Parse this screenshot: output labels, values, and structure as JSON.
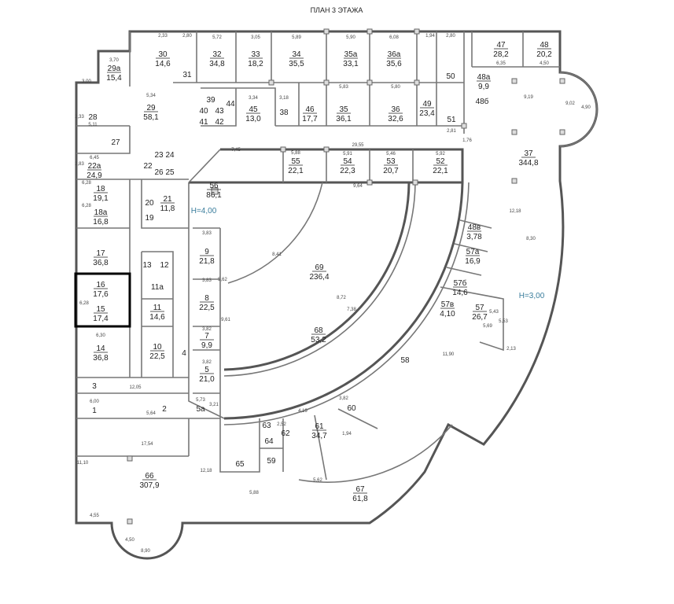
{
  "title": "ПЛАН 3 ЭТАЖА",
  "accent_color": "#3a7d9c",
  "heights": [
    "H=4,00",
    "H=3,00"
  ],
  "selected_rooms": [
    "16",
    "15"
  ],
  "rooms": [
    {
      "num": "32",
      "area": "34,8"
    },
    {
      "num": "33",
      "area": "18,2"
    },
    {
      "num": "34",
      "area": "35,5"
    },
    {
      "num": "35а",
      "area": "33,1"
    },
    {
      "num": "36а",
      "area": "35,6"
    },
    {
      "num": "30",
      "area": "14,6"
    },
    {
      "num": "31",
      "area": ""
    },
    {
      "num": "29а",
      "area": "15,4"
    },
    {
      "num": "29",
      "area": "58,1"
    },
    {
      "num": "28",
      "area": ""
    },
    {
      "num": "27",
      "area": ""
    },
    {
      "num": "22а",
      "area": "24,9"
    },
    {
      "num": "22",
      "area": ""
    },
    {
      "num": "39",
      "area": ""
    },
    {
      "num": "44",
      "area": ""
    },
    {
      "num": "45",
      "area": "13,0"
    },
    {
      "num": "38",
      "area": ""
    },
    {
      "num": "46",
      "area": "17,7"
    },
    {
      "num": "35",
      "area": "36,1"
    },
    {
      "num": "36",
      "area": "32,6"
    },
    {
      "num": "49",
      "area": "23,4"
    },
    {
      "num": "50",
      "area": ""
    },
    {
      "num": "51",
      "area": ""
    },
    {
      "num": "47",
      "area": "28,2"
    },
    {
      "num": "48",
      "area": "20,2"
    },
    {
      "num": "48а",
      "area": "9,9"
    },
    {
      "num": "48б",
      "area": ""
    },
    {
      "num": "37",
      "area": "344,8"
    },
    {
      "num": "55",
      "area": "22,1"
    },
    {
      "num": "54",
      "area": "22,3"
    },
    {
      "num": "53",
      "area": "20,7"
    },
    {
      "num": "52",
      "area": "22,1"
    },
    {
      "num": "56",
      "area": "86,1"
    },
    {
      "num": "18",
      "area": "19,1"
    },
    {
      "num": "20",
      "area": ""
    },
    {
      "num": "21",
      "area": "11,8"
    },
    {
      "num": "19",
      "area": ""
    },
    {
      "num": "18а",
      "area": "16,8"
    },
    {
      "num": "17",
      "area": "36,8"
    },
    {
      "num": "13",
      "area": ""
    },
    {
      "num": "12",
      "area": ""
    },
    {
      "num": "11а",
      "area": ""
    },
    {
      "num": "11",
      "area": "14,6"
    },
    {
      "num": "16",
      "area": "17,6"
    },
    {
      "num": "15",
      "area": "17,4"
    },
    {
      "num": "14",
      "area": "36,8"
    },
    {
      "num": "10",
      "area": "22,5"
    },
    {
      "num": "9",
      "area": "21,8"
    },
    {
      "num": "8",
      "area": "22,5"
    },
    {
      "num": "7",
      "area": "9,9"
    },
    {
      "num": "5",
      "area": "21,0"
    },
    {
      "num": "4",
      "area": ""
    },
    {
      "num": "3",
      "area": ""
    },
    {
      "num": "1",
      "area": ""
    },
    {
      "num": "2",
      "area": ""
    },
    {
      "num": "5а",
      "area": ""
    },
    {
      "num": "69",
      "area": "236,4"
    },
    {
      "num": "68",
      "area": "53,2"
    },
    {
      "num": "58",
      "area": ""
    },
    {
      "num": "60",
      "area": ""
    },
    {
      "num": "61",
      "area": "34,7"
    },
    {
      "num": "62",
      "area": ""
    },
    {
      "num": "63",
      "area": ""
    },
    {
      "num": "64",
      "area": ""
    },
    {
      "num": "59",
      "area": ""
    },
    {
      "num": "65",
      "area": ""
    },
    {
      "num": "67",
      "area": "61,8"
    },
    {
      "num": "66",
      "area": "307,9"
    },
    {
      "num": "48в",
      "area": "3,78"
    },
    {
      "num": "57а",
      "area": "16,9"
    },
    {
      "num": "57б",
      "area": "14,6"
    },
    {
      "num": "57в",
      "area": "4,10"
    },
    {
      "num": "57",
      "area": "26,7"
    },
    {
      "num": "40",
      "area": ""
    },
    {
      "num": "41",
      "area": ""
    },
    {
      "num": "42",
      "area": ""
    },
    {
      "num": "43",
      "area": ""
    },
    {
      "num": "23",
      "area": ""
    },
    {
      "num": "24",
      "area": ""
    },
    {
      "num": "25",
      "area": ""
    },
    {
      "num": "26",
      "area": ""
    }
  ],
  "dimensions": [
    "2,33",
    "2,80",
    "5,72",
    "3,05",
    "5,89",
    "5,90",
    "6,08",
    "1,94",
    "2,80",
    "3,70",
    "3,00",
    "5,34",
    "5,11",
    "6,45",
    "2,83",
    "2,33",
    "7,45",
    "5,88",
    "29,55",
    "5,91",
    "5,46",
    "5,92",
    "9,64",
    "6,35",
    "4,50",
    "9,19",
    "4,90",
    "9,02",
    "12,18",
    "8,30",
    "6,28",
    "6,28",
    "6,28",
    "6,30",
    "12,05",
    "6,00",
    "5,64",
    "17,54",
    "11,10",
    "4,55",
    "8,90",
    "4,50",
    "12,18",
    "5,88",
    "8,41",
    "8,72",
    "7,38",
    "5,62",
    "9,61",
    "3,83",
    "3,83",
    "3,82",
    "3,82",
    "5,73",
    "3,21",
    "3,18",
    "5,83",
    "5,80",
    "2,81",
    "1,76",
    "3,34",
    "11,90",
    "5,43",
    "5,53",
    "5,69",
    "2,13",
    "4,19",
    "3,82",
    "2,52",
    "5,62",
    "1,94"
  ]
}
